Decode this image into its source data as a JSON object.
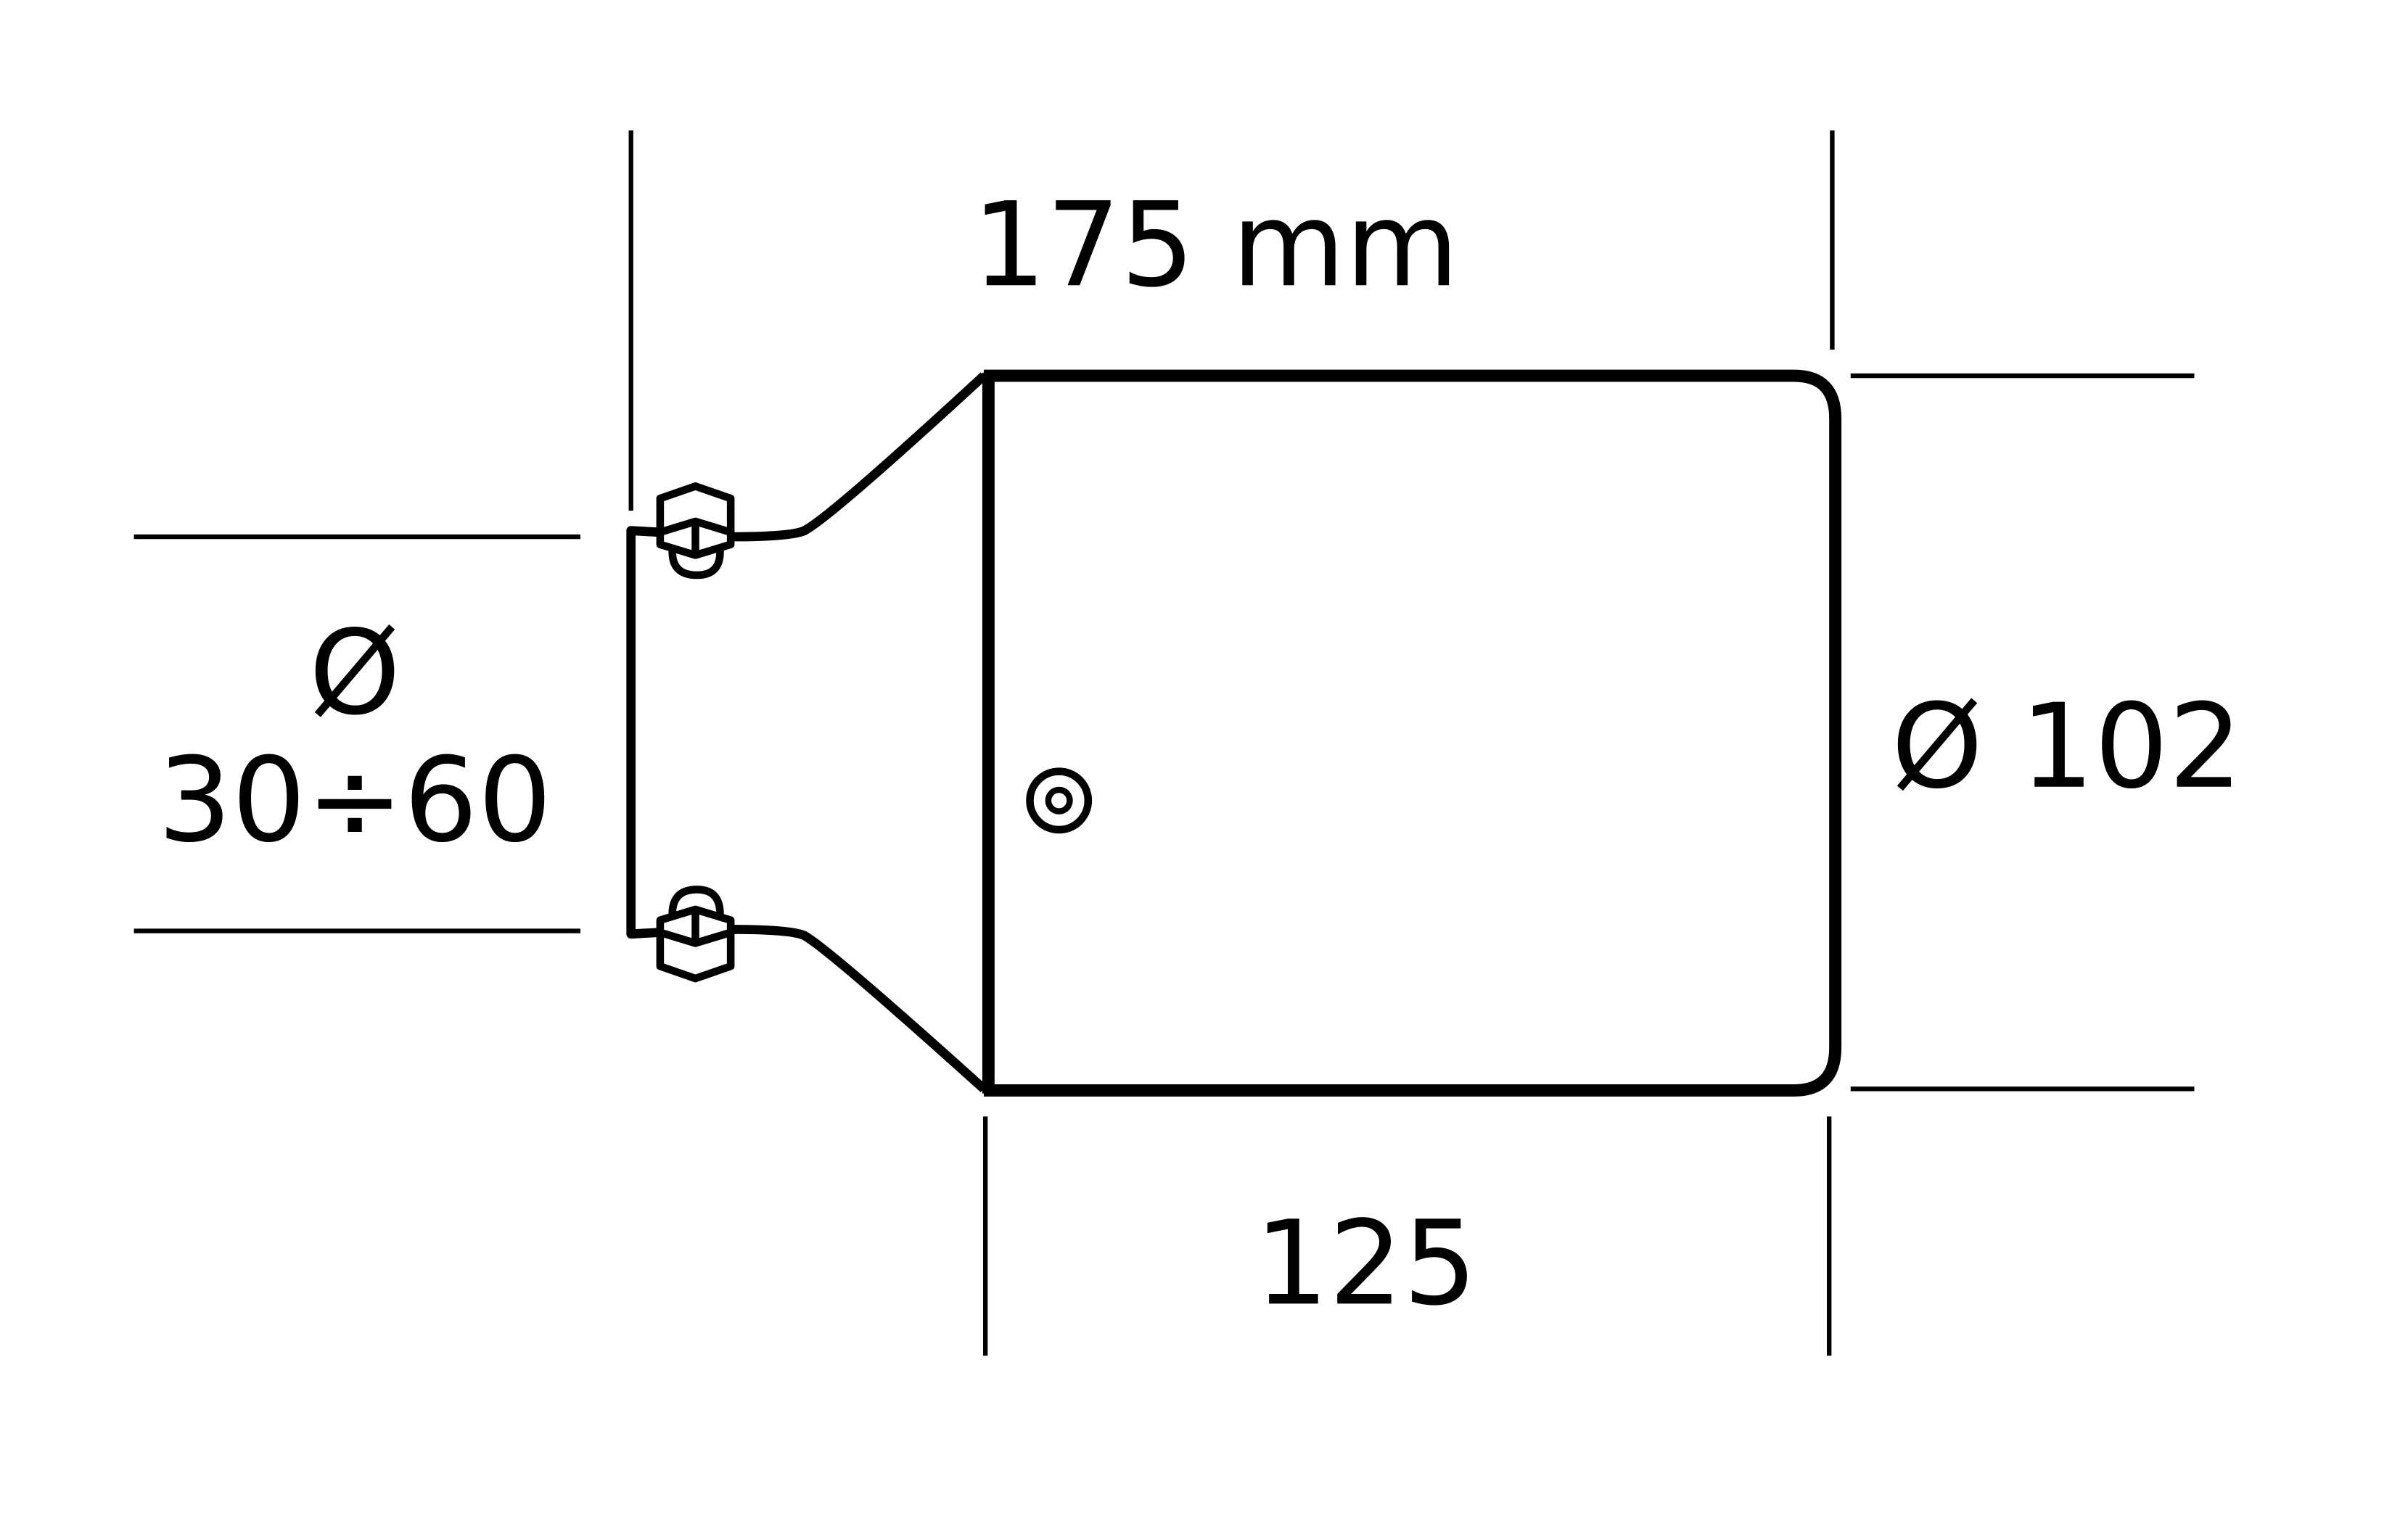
{
  "labels": {
    "overall_length": "175 mm",
    "body_length": "125",
    "outlet_diameter": "Ø 102",
    "inlet_symbol": "Ø",
    "inlet_range": "30÷60"
  },
  "colors": {
    "line": "#000000",
    "background": "#ffffff"
  },
  "icons": {
    "clamp": "hex-bolt-clamp-icon",
    "screw": "set-screw-icon"
  }
}
